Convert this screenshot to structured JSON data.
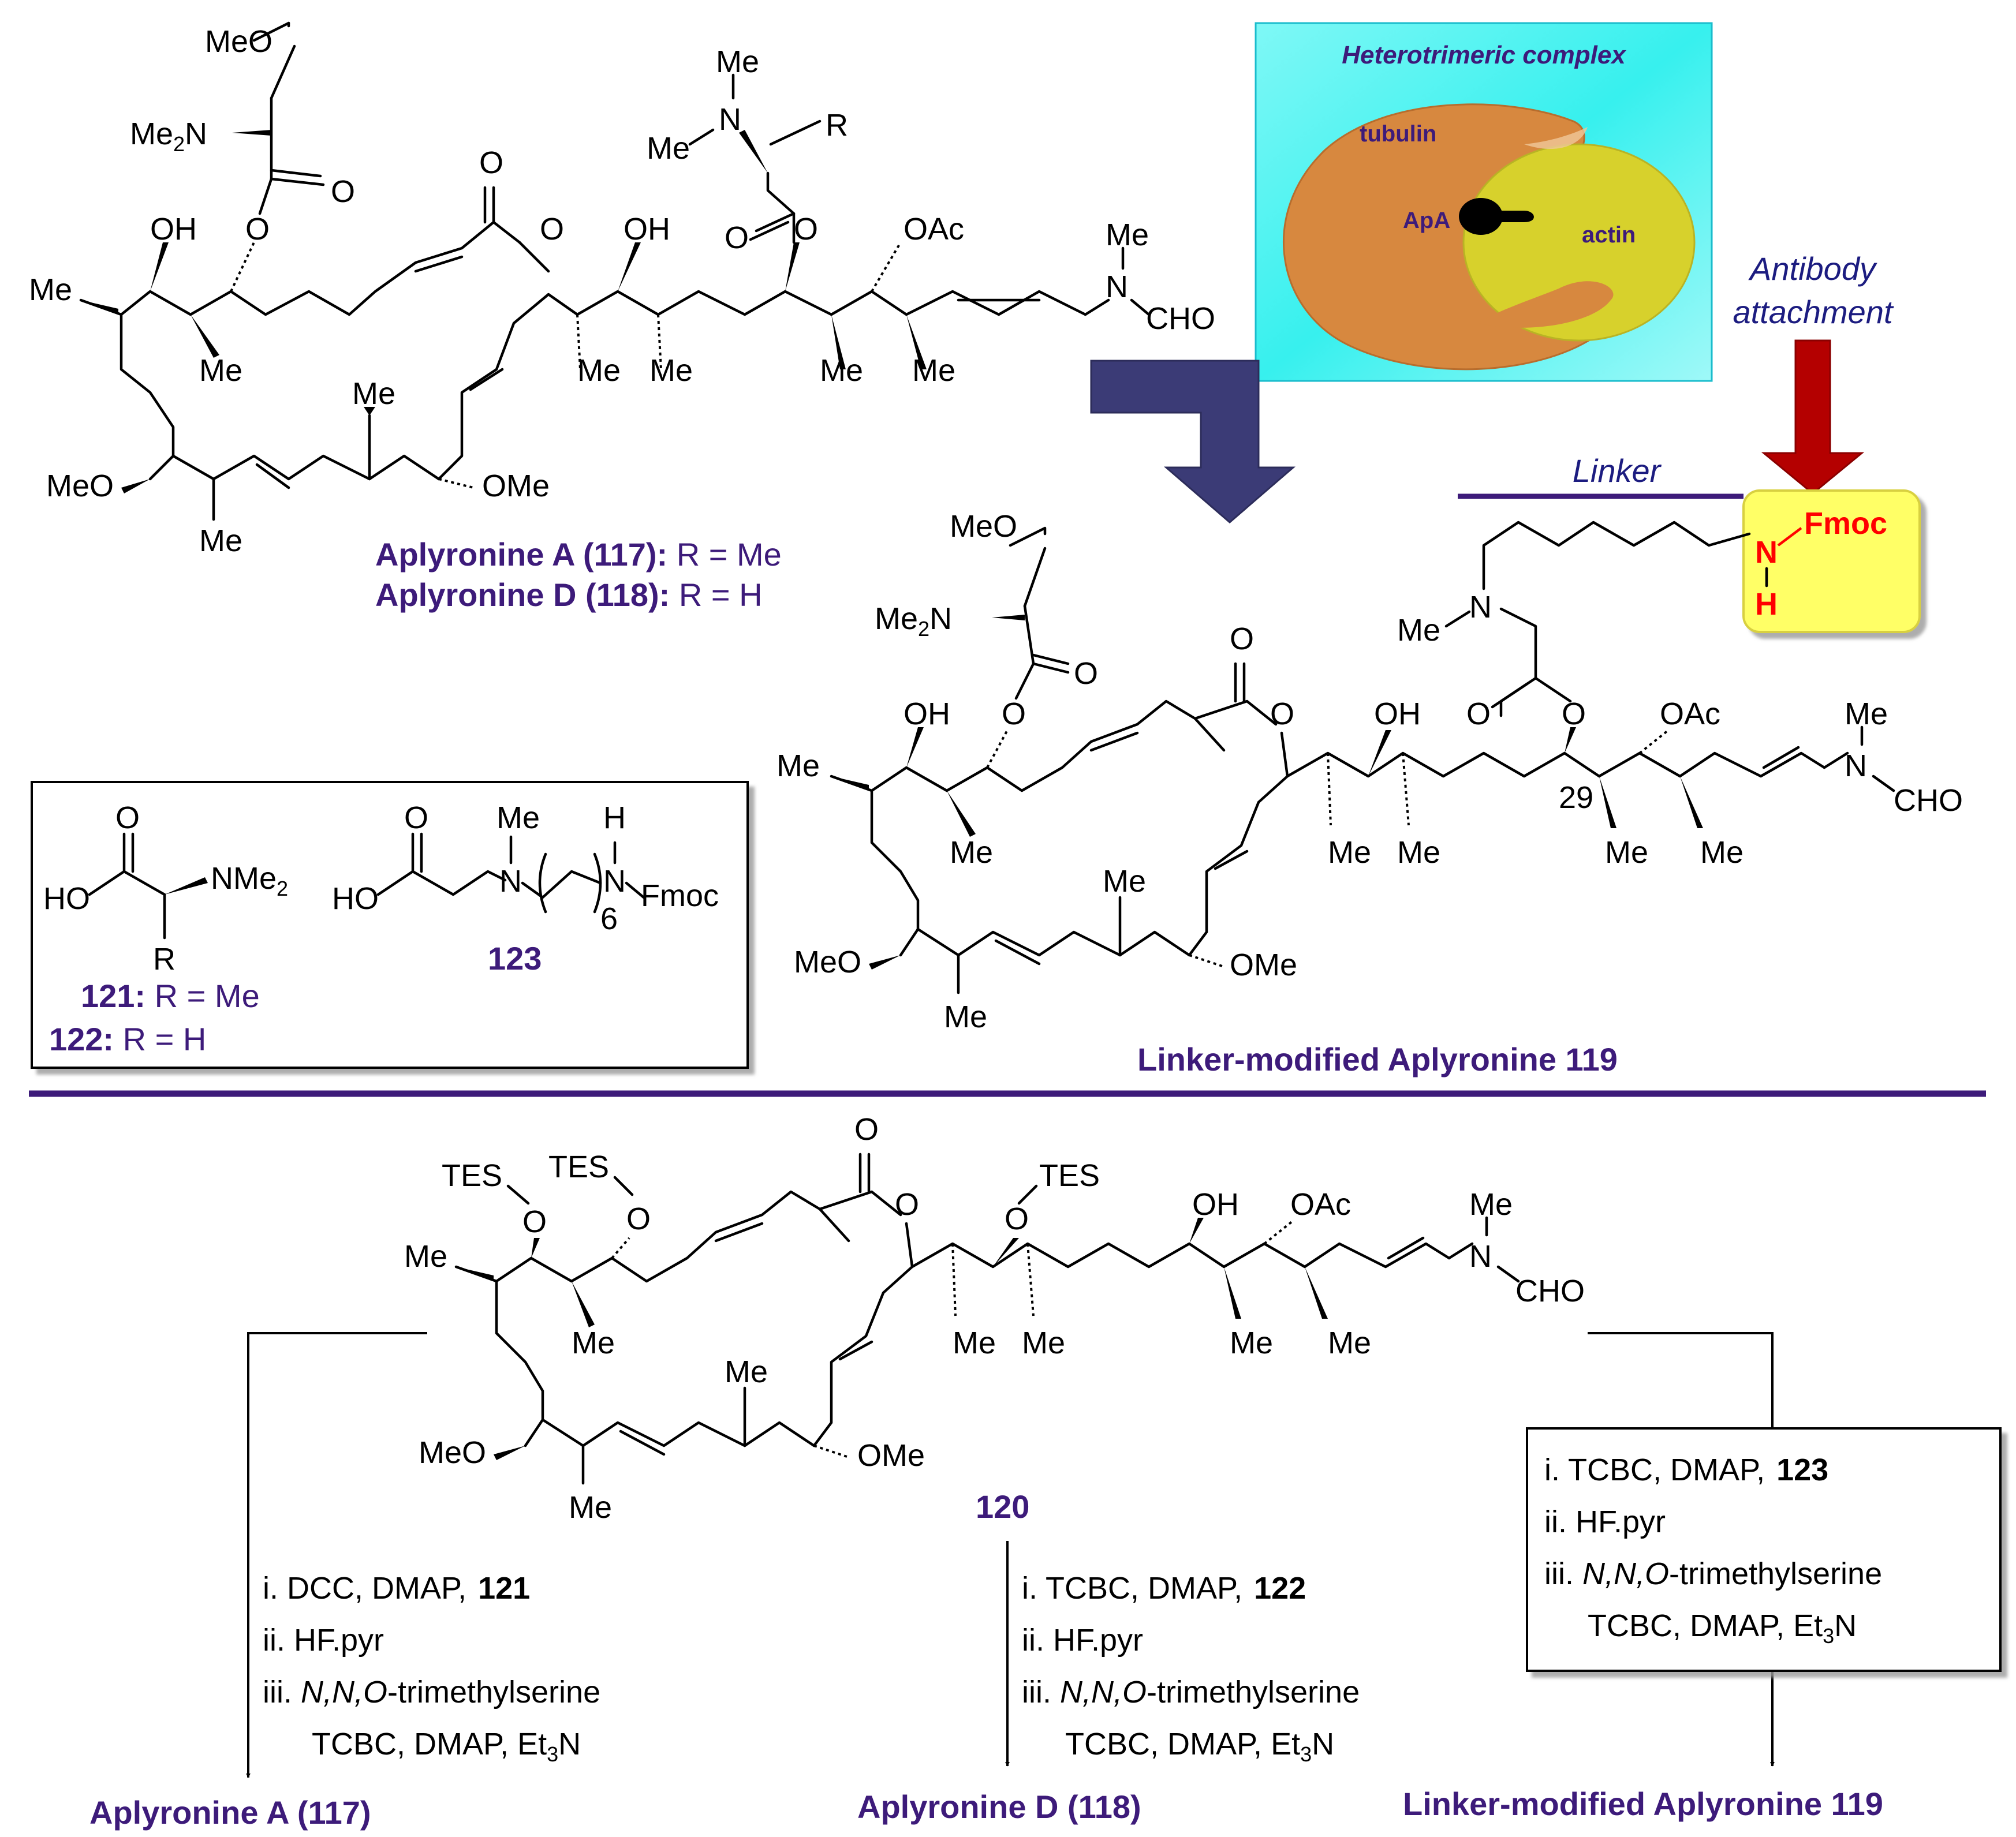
{
  "atoms": {
    "me": "Me",
    "meo": "MeO",
    "ome": "OMe",
    "oh": "OH",
    "oac": "OAc",
    "o": "O",
    "n": "N",
    "h": "H",
    "r": "R",
    "cho": "CHO",
    "me2n": "Me",
    "me2n_sub": "2",
    "me2n_n": "N",
    "nme2": "NMe",
    "nme2_sub": "2",
    "ho": "HO",
    "fmoc": "Fmoc",
    "tes": "TES",
    "locant29": "29",
    "six": "6"
  },
  "inset": {
    "title": "Heterotrimeric complex",
    "tubulin": "tubulin",
    "apa": "ApA",
    "actin": "actin",
    "colors": {
      "bg": "#37f0ee",
      "tubulin": "#d7883f",
      "actin": "#d7d12c",
      "apa": "#000000"
    }
  },
  "annotations": {
    "antibody_line1": "Antibody",
    "antibody_line2": "attachment",
    "linker": "Linker",
    "fmoc": "Fmoc",
    "nh_n": "N",
    "nh_h": "H"
  },
  "labels": {
    "apA_bold": "Aplyronine A (117):",
    "apA_rest": " R = Me",
    "apD_bold": "Aplyronine D (118):",
    "apD_rest": " R = H",
    "linker_mod": "Linker-modified Aplyronine 119",
    "l121_bold": "121:",
    "l121_rest": " R = Me",
    "l122_bold": "122:",
    "l122_rest": " R = H",
    "l123": "123",
    "l120": "120"
  },
  "routes": {
    "left": {
      "step1": "i. DCC, DMAP,",
      "step1_reagent": "121",
      "step2": "ii. HF.pyr",
      "step3_pre": "iii. ",
      "step3_it": "N,N,O",
      "step3_post": "-trimethylserine",
      "step4": "TCBC, DMAP, Et",
      "step4_sub": "3",
      "step4_end": "N",
      "product": "Aplyronine A (117)"
    },
    "middle": {
      "step1": "i. TCBC, DMAP,",
      "step1_reagent": "122",
      "step2": "ii. HF.pyr",
      "step3_pre": "iii. ",
      "step3_it": "N,N,O",
      "step3_post": "-trimethylserine",
      "step4": "TCBC, DMAP, Et",
      "step4_sub": "3",
      "step4_end": "N",
      "product": "Aplyronine D (118)"
    },
    "right": {
      "step1": "i. TCBC, DMAP,",
      "step1_reagent": "123",
      "step2": "ii. HF.pyr",
      "step3_pre": "iii. ",
      "step3_it": "N,N,O",
      "step3_post": "-trimethylserine",
      "step4": "TCBC, DMAP, Et",
      "step4_sub": "3",
      "step4_end": "N",
      "product": "Linker-modified Aplyronine 119"
    }
  },
  "colors": {
    "label_purple": "#3d1b7a",
    "divider": "#3d1b7a",
    "big_arrow": "#3b3b76",
    "red_arrow": "#b40000",
    "fmoc_box": "#ffff66",
    "fmoc_text": "#ff0000",
    "annotation_blue": "#1c1c80"
  }
}
